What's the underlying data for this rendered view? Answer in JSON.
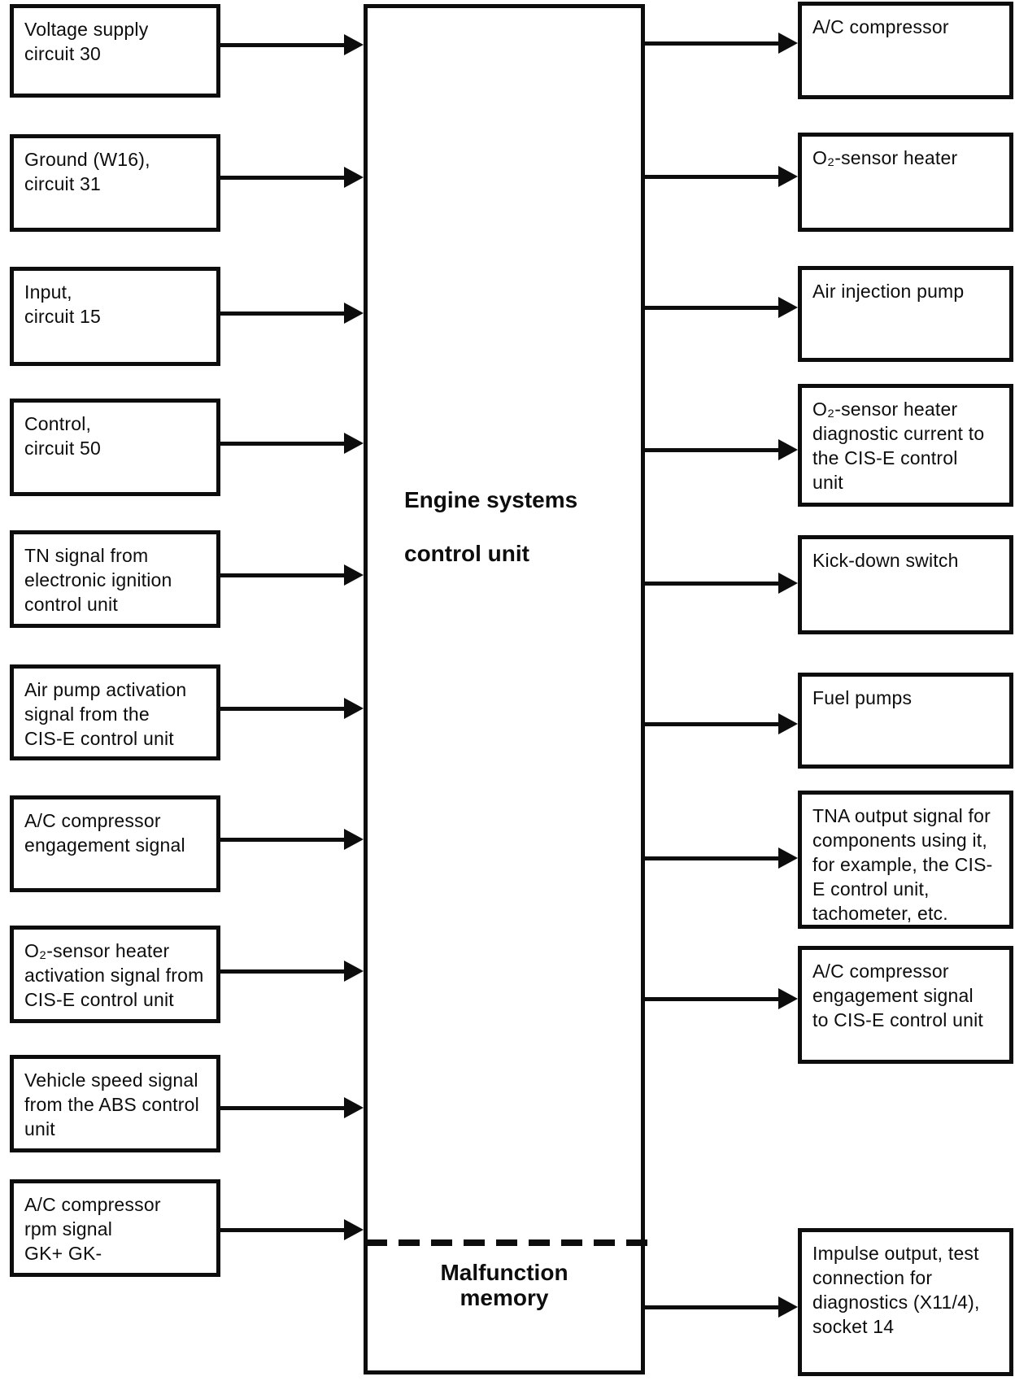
{
  "controller": {
    "title": "Engine systems\n\ncontrol unit",
    "memory_label": "Malfunction\nmemory"
  },
  "inputs": [
    {
      "label": "Voltage supply\ncircuit 30"
    },
    {
      "label": "Ground (W16),\ncircuit 31"
    },
    {
      "label": "Input,\ncircuit 15"
    },
    {
      "label": "Control,\ncircuit 50"
    },
    {
      "label": "TN signal from\nelectronic ignition\ncontrol unit"
    },
    {
      "label": "Air pump activation\nsignal from the\nCIS-E control unit"
    },
    {
      "label": "A/C compressor\nengagement signal"
    },
    {
      "label": "O₂-sensor heater\nactivation signal from\nCIS-E control unit"
    },
    {
      "label": "Vehicle speed signal\nfrom the ABS control\nunit"
    },
    {
      "label": "A/C compressor\nrpm signal\nGK+ GK-"
    }
  ],
  "outputs": [
    {
      "label": "A/C compressor"
    },
    {
      "label": "O₂-sensor heater"
    },
    {
      "label": "Air injection pump"
    },
    {
      "label": "O₂-sensor heater\ndiagnostic current to\nthe CIS-E control\nunit"
    },
    {
      "label": "Kick-down switch"
    },
    {
      "label": "Fuel pumps"
    },
    {
      "label": "TNA output signal for\ncomponents using it,\nfor example, the CIS-\nE control unit,\ntachometer, etc."
    },
    {
      "label": "A/C compressor\nengagement signal\nto CIS-E control unit"
    },
    {
      "label": "Impulse output, test\nconnection for\ndiagnostics (X11/4),\nsocket 14"
    }
  ],
  "colors": {
    "line": "#0d0d0d",
    "background": "#ffffff"
  }
}
